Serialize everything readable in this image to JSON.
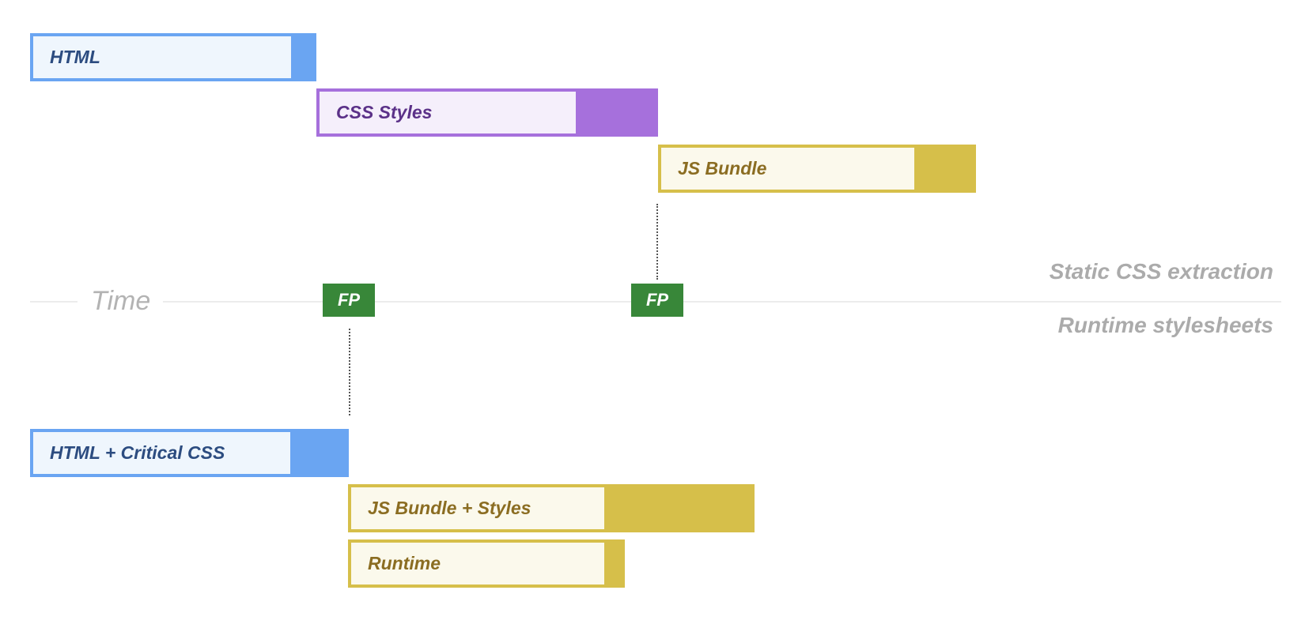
{
  "axis": {
    "time_label": "Time"
  },
  "sections": {
    "top_label": "Static CSS extraction",
    "bottom_label": "Runtime stylesheets"
  },
  "markers": {
    "fp_label": "FP"
  },
  "static_css_bars": [
    {
      "label": "HTML",
      "color": "#6aa5f2"
    },
    {
      "label": "CSS Styles",
      "color": "#a670dc"
    },
    {
      "label": "JS Bundle",
      "color": "#d6bf4a"
    }
  ],
  "runtime_bars": [
    {
      "label": "HTML + Critical CSS",
      "color": "#6aa5f2"
    },
    {
      "label": "JS Bundle + Styles",
      "color": "#d6bf4a"
    },
    {
      "label": "Runtime",
      "color": "#d6bf4a"
    }
  ]
}
